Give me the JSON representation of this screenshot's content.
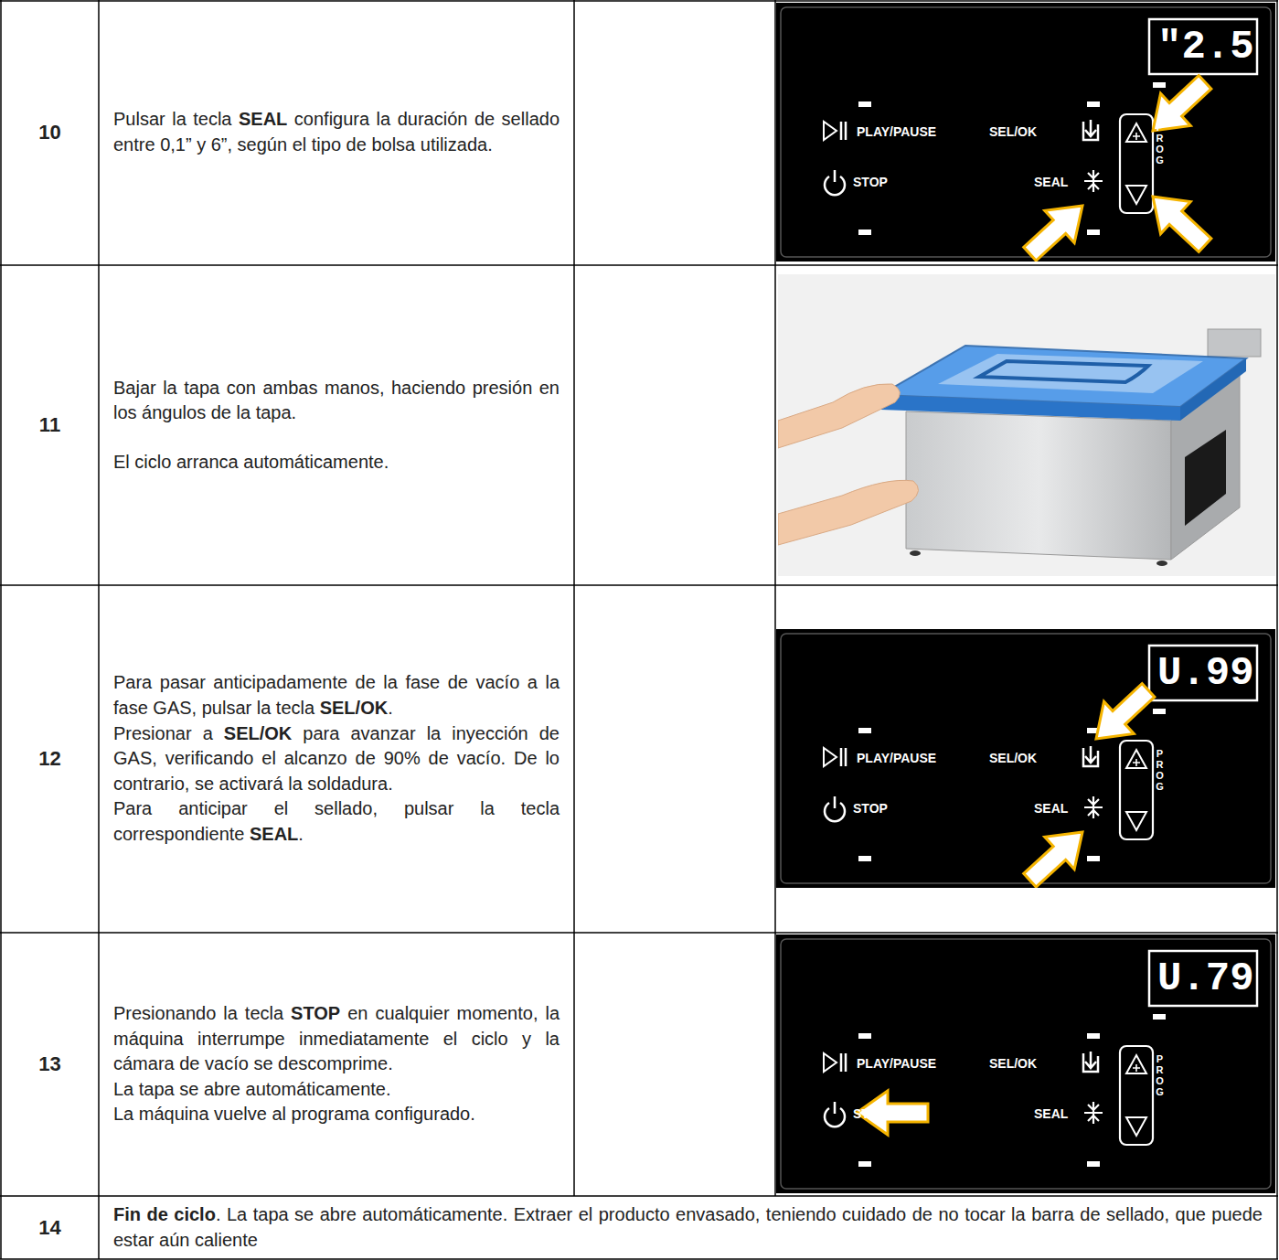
{
  "diagram": {
    "labels": [
      "10",
      "Pulsar la tecla",
      "SEAL",
      "configura la duración de sellado entre 0,1” y 6”, según el tipo de bolsa utilizada.",
      "\"2.5",
      "PLAY/PAUSE",
      "SEL/OK",
      "STOP",
      "SEAL",
      "PROG",
      "11",
      "Bajar la tapa con ambas manos, haciendo presión en los ángulos de la tapa.",
      "El ciclo arranca automáticamente.",
      "12",
      "Para pasar anticipadamente de la fase de vacío a la fase GAS, pulsar la tecla",
      "SEL/OK",
      ".",
      "Presionar a",
      "SEL/OK",
      "para avanzar la inyección de GAS, verificando el alcanzo de 90% de vacío. De lo contrario, se activará la soldadura.",
      "Para anticipar el sellado, pulsar la tecla correspondiente",
      "SEAL",
      ".",
      "U.99",
      "PLAY/PAUSE",
      "SEL/OK",
      "STOP",
      "SEAL",
      "PROG",
      "13",
      "Presionando la tecla",
      "STOP",
      "en cualquier momento, la máquina interrumpe inmediatamente el ciclo y la cámara de vacío se descomprime.",
      "La tapa se abre automáticamente.",
      "La máquina vuelve al programa configurado.",
      "U.79",
      "PLAY/PAUSE",
      "SEL/OK",
      "STOP",
      "SEAL",
      "PROG",
      "14",
      "Fin de ciclo",
      ". La tapa se abre automáticamente. Extraer el producto envasado, teniendo cuidado de no tocar la barra de sellado, que puede estar aún caliente"
    ]
  }
}
